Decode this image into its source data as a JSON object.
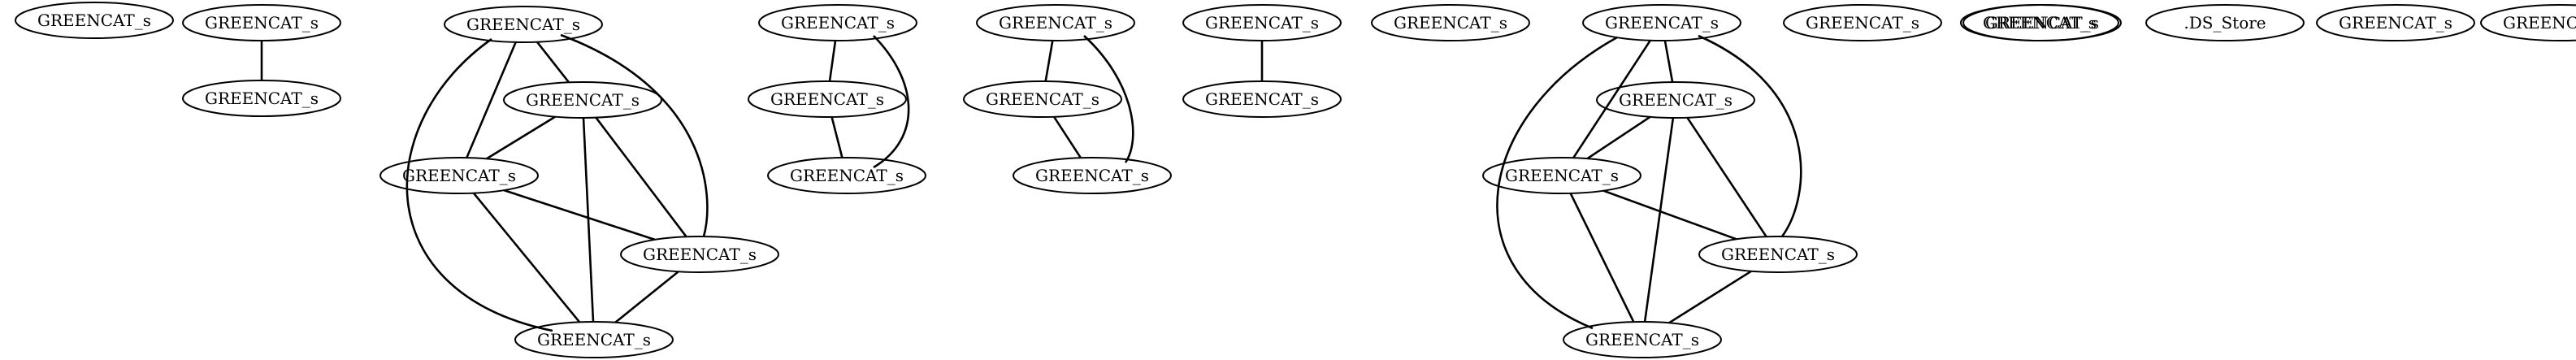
{
  "graph": {
    "nodes": [
      {
        "id": "n1",
        "label": "GREENCAT_s"
      },
      {
        "id": "n2",
        "label": "GREENCAT_s"
      },
      {
        "id": "n3",
        "label": "GREENCAT_s"
      },
      {
        "id": "n4",
        "label": "GREENCAT_s"
      },
      {
        "id": "n5",
        "label": "GREENCAT_s"
      },
      {
        "id": "n6",
        "label": "GREENCAT_s"
      },
      {
        "id": "n7",
        "label": "GREENCAT_s"
      },
      {
        "id": "n8",
        "label": "GREENCAT_s"
      },
      {
        "id": "n9",
        "label": "GREENCAT_s"
      },
      {
        "id": "n10",
        "label": "GREENCAT_s"
      },
      {
        "id": "n11",
        "label": "GREENCAT_s"
      },
      {
        "id": "n12",
        "label": "GREENCAT_s"
      },
      {
        "id": "n13",
        "label": "GREENCAT_s"
      },
      {
        "id": "n14",
        "label": "GREENCAT_s"
      },
      {
        "id": "n15",
        "label": "GREENCAT_s"
      },
      {
        "id": "n16",
        "label": "GREENCAT_s"
      },
      {
        "id": "n17",
        "label": "GREENCAT_s"
      },
      {
        "id": "n18",
        "label": "GREENCAT_s"
      },
      {
        "id": "n19",
        "label": "GREENCAT_s"
      },
      {
        "id": "n20",
        "label": "GREENCAT_s"
      },
      {
        "id": "n21",
        "label": "GREENCAT_s"
      },
      {
        "id": "n22",
        "label": "GREENCAT_s"
      },
      {
        "id": "n23",
        "label": "GREENCAT_s"
      },
      {
        "id": "n24",
        "label": "GREENCAT_s"
      },
      {
        "id": "n25",
        "label": "GREENCAT_s"
      },
      {
        "id": "n26",
        "label": ".DS_Store"
      },
      {
        "id": "n27",
        "label": "GREENCAT_s"
      },
      {
        "id": "n28",
        "label": "GREENCAT_s"
      }
    ],
    "edges": [
      {
        "from": "n2",
        "to": "n3"
      },
      {
        "from": "n4",
        "to": "n5"
      },
      {
        "from": "n4",
        "to": "n6"
      },
      {
        "from": "n4",
        "to": "n8"
      },
      {
        "from": "n4",
        "to": "n7"
      },
      {
        "from": "n5",
        "to": "n6"
      },
      {
        "from": "n5",
        "to": "n8"
      },
      {
        "from": "n5",
        "to": "n7"
      },
      {
        "from": "n6",
        "to": "n8"
      },
      {
        "from": "n6",
        "to": "n7"
      },
      {
        "from": "n8",
        "to": "n7"
      },
      {
        "from": "n9",
        "to": "n10"
      },
      {
        "from": "n9",
        "to": "n11"
      },
      {
        "from": "n10",
        "to": "n11"
      },
      {
        "from": "n12",
        "to": "n13"
      },
      {
        "from": "n12",
        "to": "n14"
      },
      {
        "from": "n13",
        "to": "n14"
      },
      {
        "from": "n15",
        "to": "n16"
      },
      {
        "from": "n18",
        "to": "n19"
      },
      {
        "from": "n18",
        "to": "n20"
      },
      {
        "from": "n18",
        "to": "n21"
      },
      {
        "from": "n18",
        "to": "n22"
      },
      {
        "from": "n19",
        "to": "n20"
      },
      {
        "from": "n19",
        "to": "n21"
      },
      {
        "from": "n19",
        "to": "n22"
      },
      {
        "from": "n20",
        "to": "n21"
      },
      {
        "from": "n20",
        "to": "n22"
      },
      {
        "from": "n21",
        "to": "n22"
      }
    ]
  }
}
